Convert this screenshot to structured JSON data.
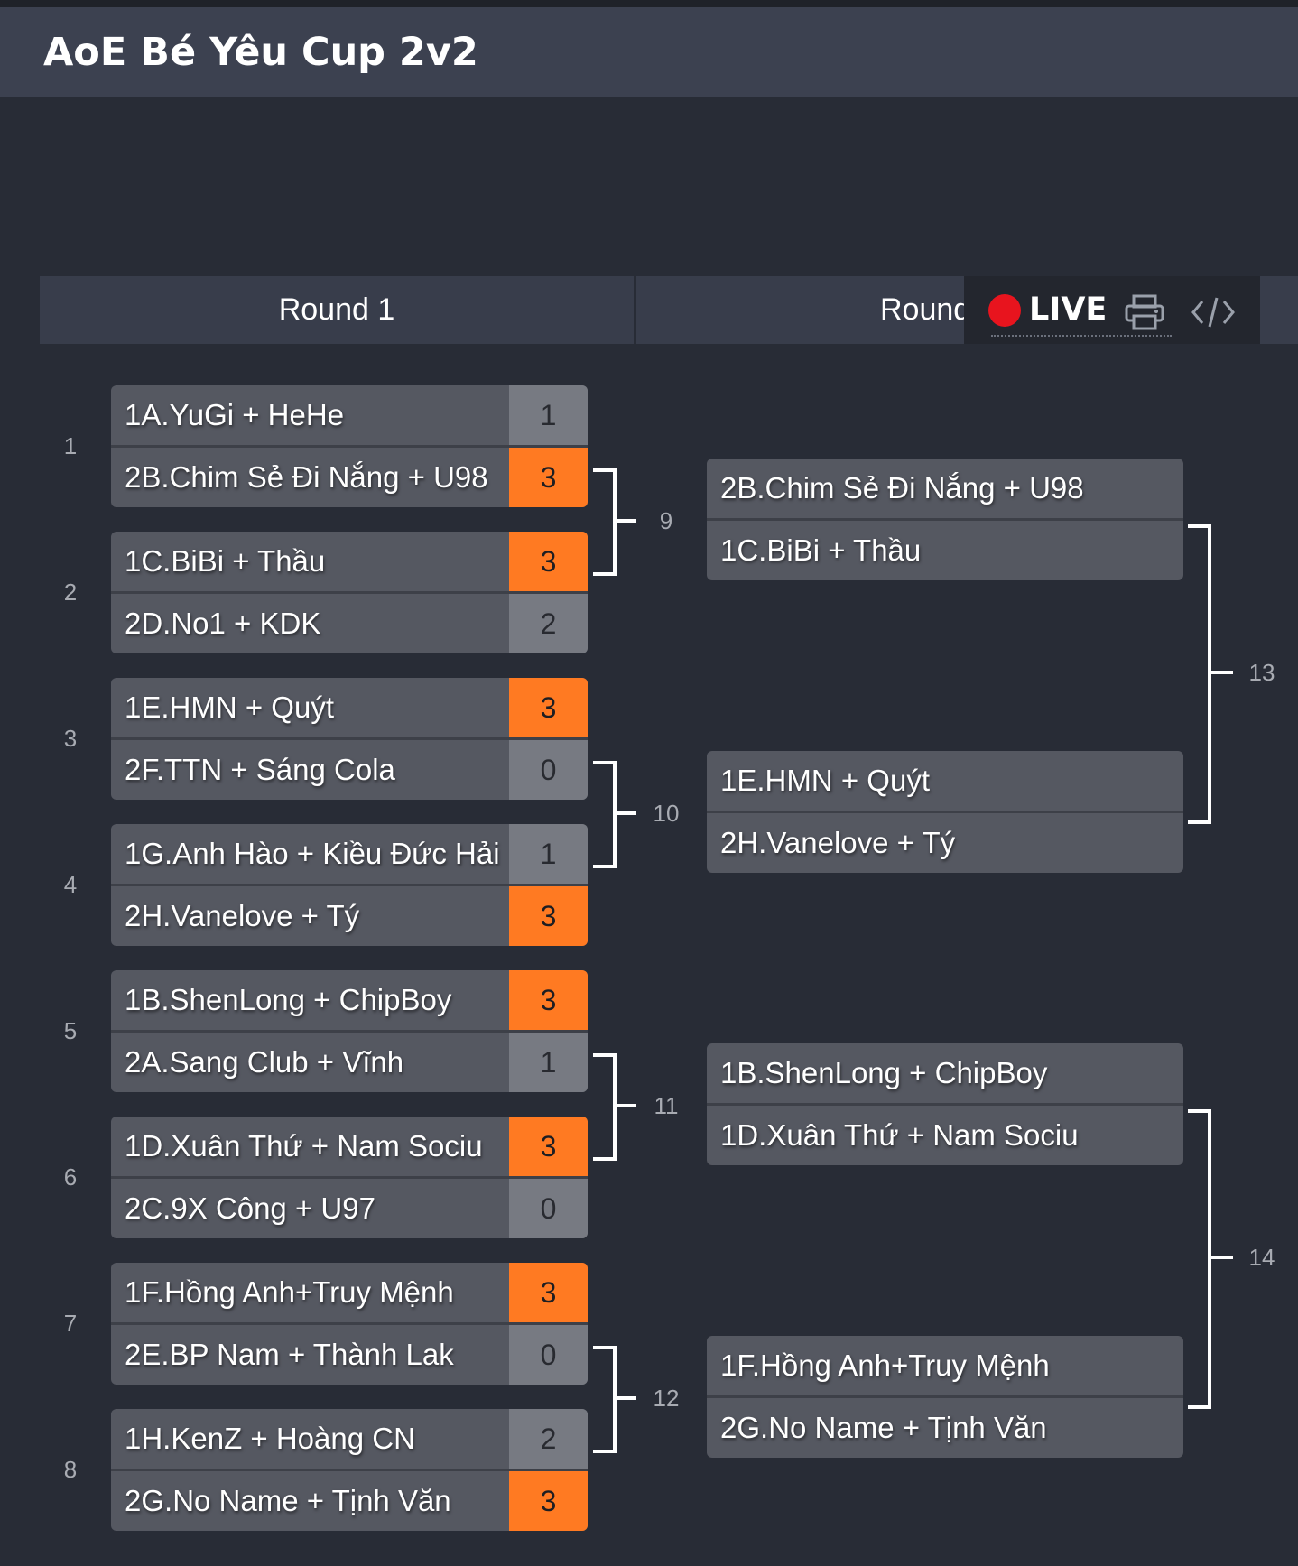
{
  "title": "AoE Bé Yêu Cup 2v2",
  "rounds": [
    {
      "label": "Round 1"
    },
    {
      "label": "Round"
    }
  ],
  "toolbar": {
    "live_label": "LIVE",
    "icons": [
      "record-icon",
      "print-icon",
      "embed-code-icon"
    ],
    "live_color": "#e8141e"
  },
  "colors": {
    "win": "#ff7a22",
    "score": "#777a82",
    "team_bg": "#555861",
    "background": "#282c36"
  },
  "round1": [
    {
      "num": "1",
      "teams": [
        {
          "name": "1A.YuGi + HeHe",
          "score": "1",
          "win": false
        },
        {
          "name": "2B.Chim Sẻ Đi Nắng + U98",
          "score": "3",
          "win": true
        }
      ]
    },
    {
      "num": "2",
      "teams": [
        {
          "name": "1C.BiBi + Thầu",
          "score": "3",
          "win": true
        },
        {
          "name": "2D.No1 + KDK",
          "score": "2",
          "win": false
        }
      ]
    },
    {
      "num": "3",
      "teams": [
        {
          "name": "1E.HMN + Quýt",
          "score": "3",
          "win": true
        },
        {
          "name": "2F.TTN + Sáng Cola",
          "score": "0",
          "win": false
        }
      ]
    },
    {
      "num": "4",
      "teams": [
        {
          "name": "1G.Anh Hào + Kiều Đức Hải",
          "score": "1",
          "win": false
        },
        {
          "name": "2H.Vanelove + Tý",
          "score": "3",
          "win": true
        }
      ]
    },
    {
      "num": "5",
      "teams": [
        {
          "name": "1B.ShenLong + ChipBoy",
          "score": "3",
          "win": true
        },
        {
          "name": "2A.Sang Club + Vĩnh",
          "score": "1",
          "win": false
        }
      ]
    },
    {
      "num": "6",
      "teams": [
        {
          "name": "1D.Xuân Thứ + Nam Sociu",
          "score": "3",
          "win": true
        },
        {
          "name": "2C.9X Công + U97",
          "score": "0",
          "win": false
        }
      ]
    },
    {
      "num": "7",
      "teams": [
        {
          "name": "1F.Hồng Anh+Truy Mệnh",
          "score": "3",
          "win": true
        },
        {
          "name": "2E.BP Nam + Thành Lak",
          "score": "0",
          "win": false
        }
      ]
    },
    {
      "num": "8",
      "teams": [
        {
          "name": "1H.KenZ + Hoàng CN",
          "score": "2",
          "win": false
        },
        {
          "name": "2G.No Name + Tịnh Văn",
          "score": "3",
          "win": true
        }
      ]
    }
  ],
  "round2": [
    {
      "num": "9",
      "teams": [
        {
          "name": "2B.Chim Sẻ Đi Nắng + U98"
        },
        {
          "name": "1C.BiBi + Thầu"
        }
      ]
    },
    {
      "num": "10",
      "teams": [
        {
          "name": "1E.HMN + Quýt"
        },
        {
          "name": "2H.Vanelove + Tý"
        }
      ]
    },
    {
      "num": "11",
      "teams": [
        {
          "name": "1B.ShenLong + ChipBoy"
        },
        {
          "name": "1D.Xuân Thứ + Nam Sociu"
        }
      ]
    },
    {
      "num": "12",
      "teams": [
        {
          "name": "1F.Hồng Anh+Truy Mệnh"
        },
        {
          "name": "2G.No Name + Tịnh Văn"
        }
      ]
    }
  ],
  "round3": [
    {
      "num": "13"
    },
    {
      "num": "14"
    }
  ]
}
